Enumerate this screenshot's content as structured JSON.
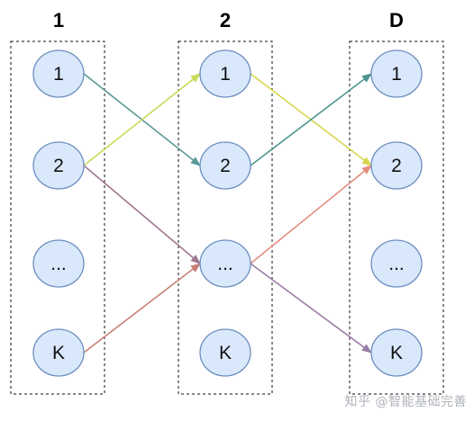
{
  "columns": [
    {
      "header": "1",
      "nodes": [
        "1",
        "2",
        "...",
        "K"
      ]
    },
    {
      "header": "2",
      "nodes": [
        "1",
        "2",
        "...",
        "K"
      ]
    },
    {
      "header": "D",
      "nodes": [
        "1",
        "2",
        "...",
        "K"
      ]
    }
  ],
  "edges": [
    {
      "from": [
        0,
        0
      ],
      "to": [
        1,
        1
      ],
      "color": "#5b9a96"
    },
    {
      "from": [
        0,
        1
      ],
      "to": [
        1,
        0
      ],
      "color": "#c8db58"
    },
    {
      "from": [
        0,
        1
      ],
      "to": [
        1,
        2
      ],
      "color": "#a07890"
    },
    {
      "from": [
        0,
        3
      ],
      "to": [
        1,
        2
      ],
      "color": "#c88076"
    },
    {
      "from": [
        1,
        0
      ],
      "to": [
        2,
        1
      ],
      "color": "#d8d64e"
    },
    {
      "from": [
        1,
        1
      ],
      "to": [
        2,
        0
      ],
      "color": "#4e9690"
    },
    {
      "from": [
        1,
        2
      ],
      "to": [
        2,
        1
      ],
      "color": "#e48e7e"
    },
    {
      "from": [
        1,
        2
      ],
      "to": [
        2,
        3
      ],
      "color": "#9a7ca4"
    }
  ],
  "colors": {
    "node_fill": "#dae8fc",
    "node_stroke": "#6c8ebf",
    "box_stroke": "#111111"
  },
  "watermark": "知乎 @智能基础完善"
}
